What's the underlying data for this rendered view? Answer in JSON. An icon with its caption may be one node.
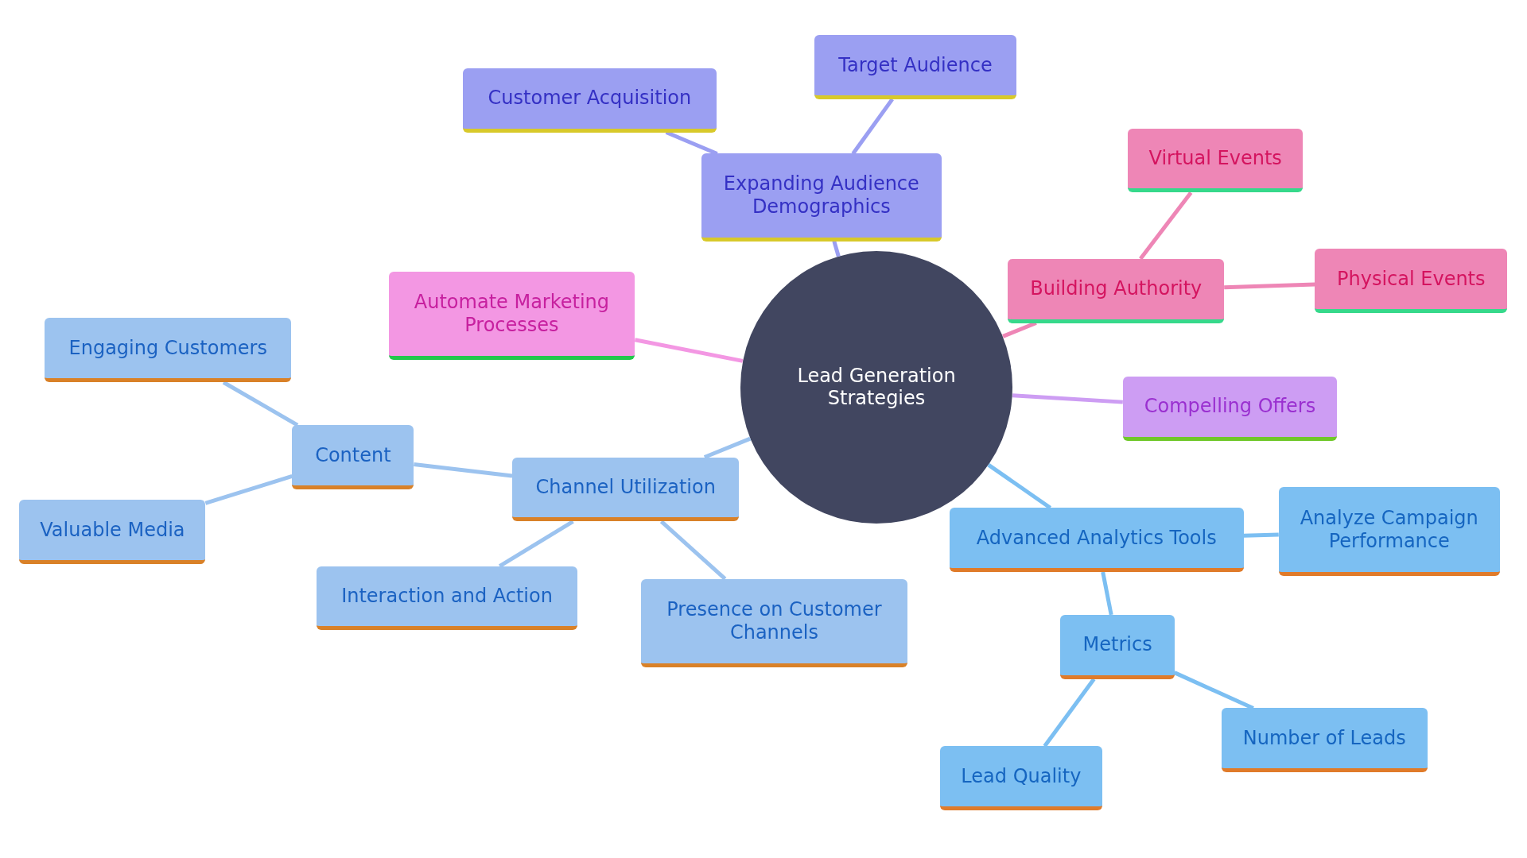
{
  "diagram": {
    "nodes": [
      {
        "text": [
          "Lead Generation Strategies"
        ]
      },
      {
        "text": [
          "Expanding Audience Demographics"
        ]
      },
      {
        "text": [
          "Customer Acquisition"
        ]
      },
      {
        "text": [
          "Target Audience"
        ]
      },
      {
        "text": [
          "Building Authority"
        ]
      },
      {
        "text": [
          "Virtual Events"
        ]
      },
      {
        "text": [
          "Physical Events"
        ]
      },
      {
        "text": [
          "Automate Marketing Processes"
        ]
      },
      {
        "text": [
          "Compelling Offers"
        ]
      },
      {
        "text": [
          "Advanced Analytics Tools"
        ]
      },
      {
        "text": [
          "Analyze Campaign Performance"
        ]
      },
      {
        "text": [
          "Metrics"
        ]
      },
      {
        "text": [
          "Lead Quality"
        ]
      },
      {
        "text": [
          "Number of Leads"
        ]
      },
      {
        "text": [
          "Channel Utilization"
        ]
      },
      {
        "text": [
          "Content"
        ]
      },
      {
        "text": [
          "Engaging Customers"
        ]
      },
      {
        "text": [
          "Valuable Media"
        ]
      },
      {
        "text": [
          "Interaction and Action"
        ]
      },
      {
        "text": [
          "Presence on Customer Channels"
        ]
      }
    ],
    "edges": [
      {
        "from": 0,
        "to": 1,
        "arrow": "none",
        "color": "#9b9ff2"
      },
      {
        "from": 1,
        "to": 2,
        "arrow": "none",
        "color": "#9b9ff2"
      },
      {
        "from": 1,
        "to": 3,
        "arrow": "none",
        "color": "#9b9ff2"
      },
      {
        "from": 0,
        "to": 4,
        "arrow": "none",
        "color": "#ee86b6"
      },
      {
        "from": 4,
        "to": 5,
        "arrow": "none",
        "color": "#ee86b6"
      },
      {
        "from": 4,
        "to": 6,
        "arrow": "none",
        "color": "#ee86b6"
      },
      {
        "from": 0,
        "to": 7,
        "arrow": "none",
        "color": "#f397e3"
      },
      {
        "from": 0,
        "to": 8,
        "arrow": "none",
        "color": "#cd9df3"
      },
      {
        "from": 0,
        "to": 9,
        "arrow": "none",
        "color": "#7cbff2"
      },
      {
        "from": 9,
        "to": 10,
        "arrow": "none",
        "color": "#7cbff2"
      },
      {
        "from": 9,
        "to": 11,
        "arrow": "none",
        "color": "#7cbff2"
      },
      {
        "from": 11,
        "to": 12,
        "arrow": "none",
        "color": "#7cbff2"
      },
      {
        "from": 11,
        "to": 13,
        "arrow": "none",
        "color": "#7cbff2"
      },
      {
        "from": 0,
        "to": 14,
        "arrow": "none"
      },
      {
        "from": 14,
        "to": 15,
        "arrow": "none"
      },
      {
        "from": 15,
        "to": 16,
        "arrow": "none"
      },
      {
        "from": 15,
        "to": 17,
        "arrow": "none"
      },
      {
        "from": 14,
        "to": 18,
        "arrow": "none"
      },
      {
        "from": 14,
        "to": 19,
        "arrow": "none"
      }
    ]
  }
}
